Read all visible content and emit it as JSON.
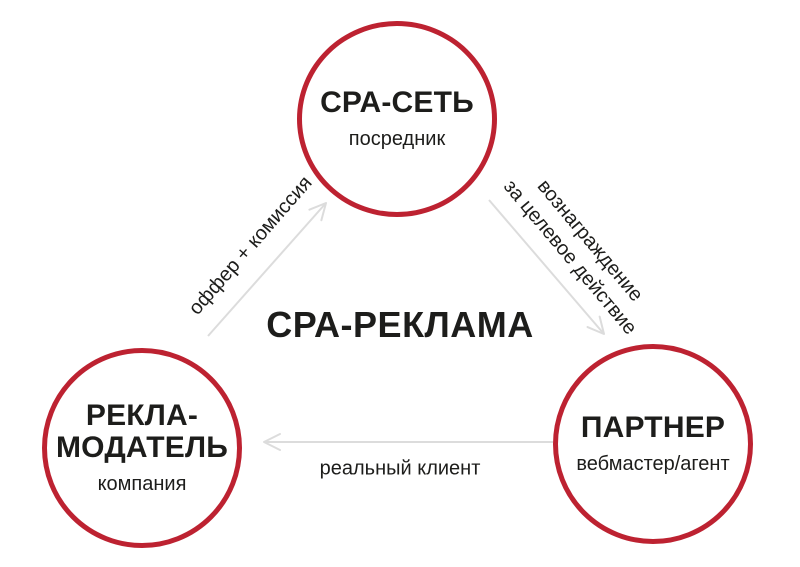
{
  "diagram": {
    "center_title": "СРА-РЕКЛАМА",
    "colors": {
      "circle_border": "#bd2231",
      "arrow": "#dcdcdc",
      "text": "#1d1d1b"
    },
    "nodes": {
      "network": {
        "title": "СРА-СЕТЬ",
        "subtitle": "посредник"
      },
      "advertiser": {
        "title_line1": "РЕКЛА-",
        "title_line2": "МОДАТЕЛЬ",
        "subtitle": "компания"
      },
      "partner": {
        "title": "ПАРТНЕР",
        "subtitle": "вебмастер/агент"
      }
    },
    "edges": {
      "offer": {
        "label": "оффер + комиссия",
        "from": "РЕКЛАМОДАТЕЛЬ",
        "to": "СРА-СЕТЬ"
      },
      "reward": {
        "label_line1": "вознаграждение",
        "label_line2": "за целевое действие",
        "from": "СРА-СЕТЬ",
        "to": "ПАРТНЕР"
      },
      "client": {
        "label": "реальный клиент",
        "from": "ПАРТНЕР",
        "to": "РЕКЛАМОДАТЕЛЬ"
      }
    }
  }
}
